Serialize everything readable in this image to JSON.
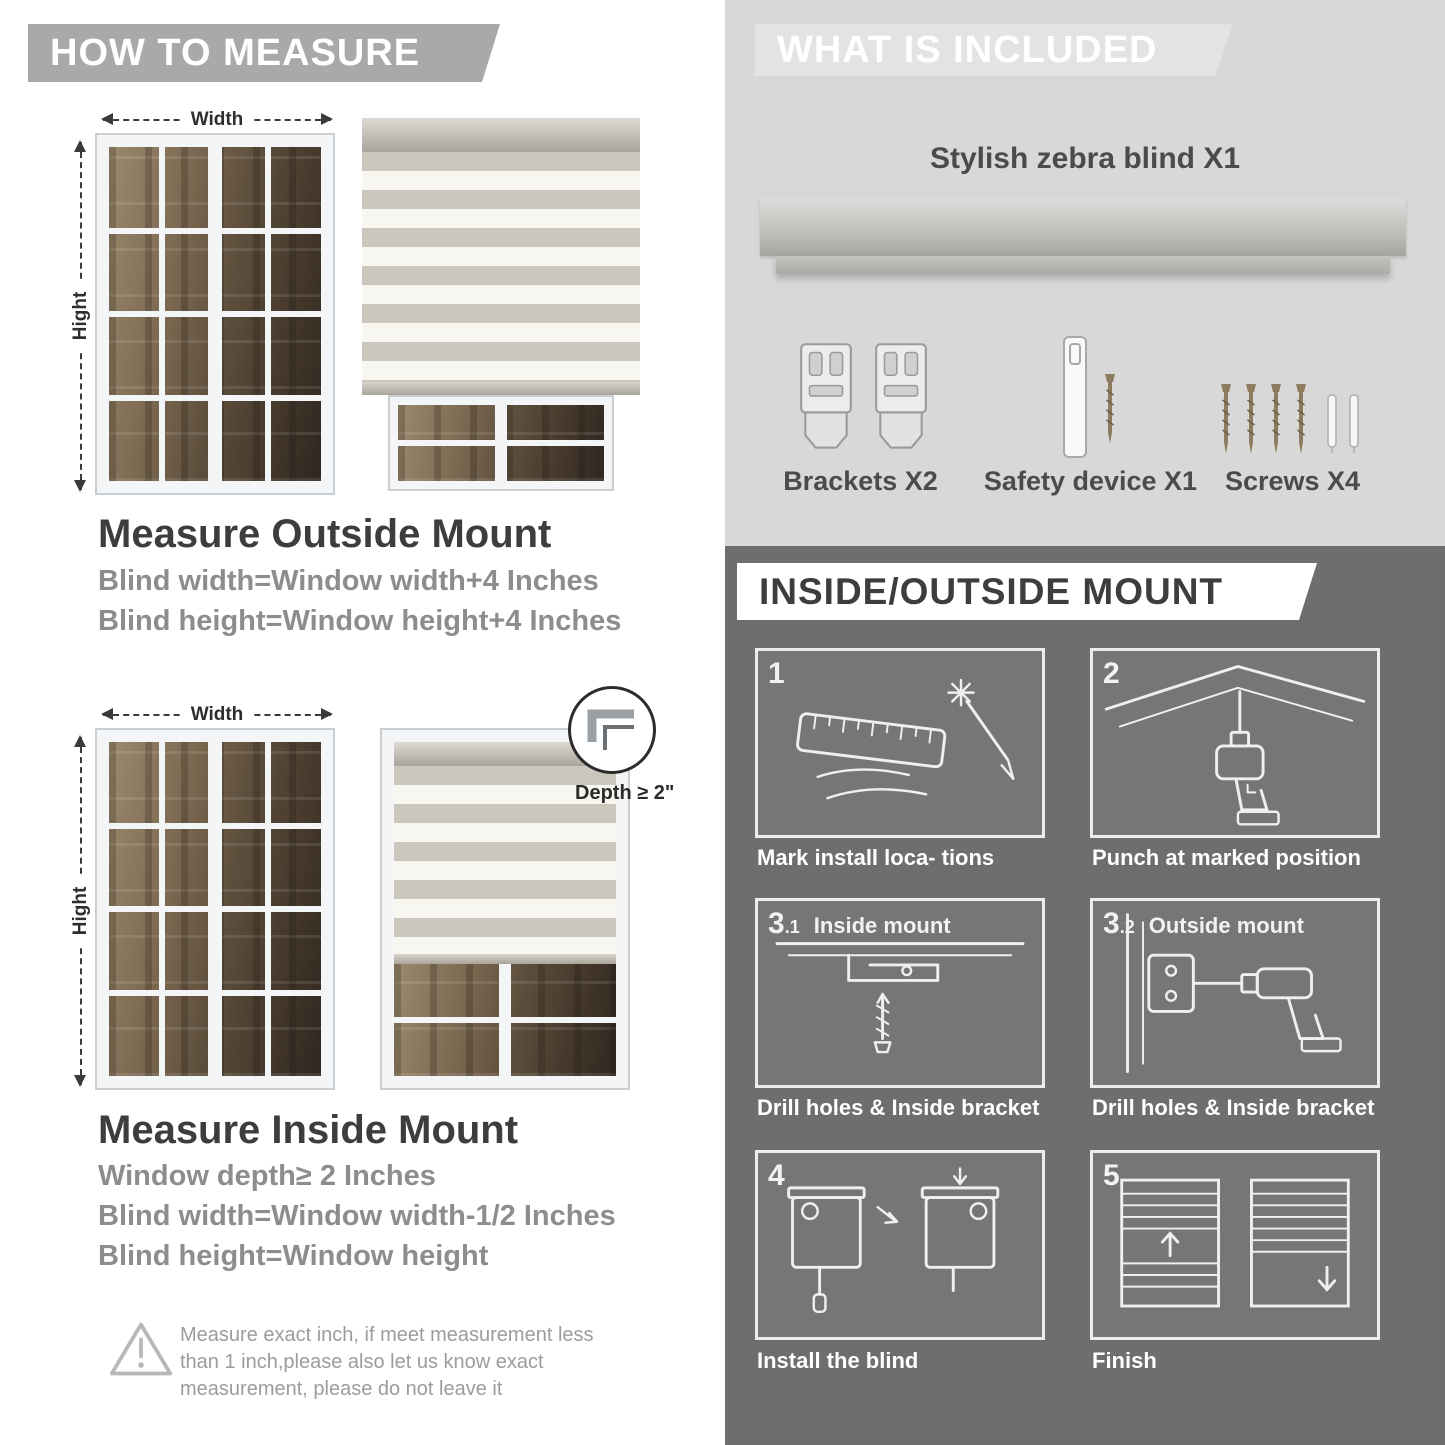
{
  "colors": {
    "banner-gray": "#a9a9a9",
    "included-bg": "#d8d8d8",
    "included-banner-bg": "#e3e3e3",
    "mount-bg": "#6e6e6e",
    "panel-bg": "#767676",
    "heading-dark": "#3d3d3d",
    "body-gray": "#8d8d8d",
    "label-dark": "#4b4b4b",
    "stripe-tan": "#ccc7bc",
    "stripe-cream": "#f8f6f0"
  },
  "how_to_measure": {
    "banner": "HOW TO MEASURE",
    "width_label": "Width",
    "height_label": "Hight",
    "outside": {
      "heading": "Measure Outside Mount",
      "line1": "Blind width=Window width+4 Inches",
      "line2": "Blind height=Window height+4 Inches"
    },
    "inside": {
      "depth_callout": "Depth ≥ 2\"",
      "heading": "Measure Inside Mount",
      "line1": "Window depth≥ 2 Inches",
      "line2": "Blind width=Window width-1/2 Inches",
      "line3": "Blind height=Window height"
    },
    "note": "Measure exact inch, if meet measurement less than 1 inch,please also let us know exact measurement, please do not leave it"
  },
  "included": {
    "banner": "WHAT IS INCLUDED",
    "product": "Stylish zebra blind X1",
    "items": [
      {
        "label": "Brackets X2"
      },
      {
        "label": "Safety device X1"
      },
      {
        "label": "Screws X4"
      }
    ]
  },
  "mount": {
    "banner": "INSIDE/OUTSIDE MOUNT",
    "steps": [
      {
        "num": "1",
        "sub": "",
        "title": "",
        "caption": "Mark install loca- tions"
      },
      {
        "num": "2",
        "sub": "",
        "title": "",
        "caption": "Punch at  marked position"
      },
      {
        "num": "3",
        "sub": ".1",
        "title": "Inside mount",
        "caption": "Drill holes &  Inside bracket"
      },
      {
        "num": "3",
        "sub": ".2",
        "title": "Outside mount",
        "caption": "Drill holes &  Inside bracket"
      },
      {
        "num": "4",
        "sub": "",
        "title": "",
        "caption": "Install the blind"
      },
      {
        "num": "5",
        "sub": "",
        "title": "",
        "caption": "Finish"
      }
    ]
  }
}
